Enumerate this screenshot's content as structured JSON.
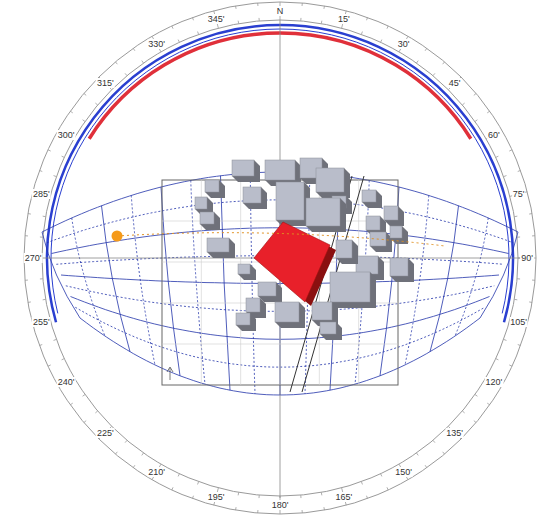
{
  "diagram": {
    "labels": [
      "N",
      "15'",
      "30'",
      "45'",
      "60'",
      "75'",
      "90'",
      "105'",
      "120'",
      "135'",
      "150'",
      "165'",
      "180'",
      "195'",
      "210'",
      "225'",
      "240'",
      "255'",
      "270'",
      "285'",
      "300'",
      "315'",
      "330'",
      "345'"
    ]
  }
}
